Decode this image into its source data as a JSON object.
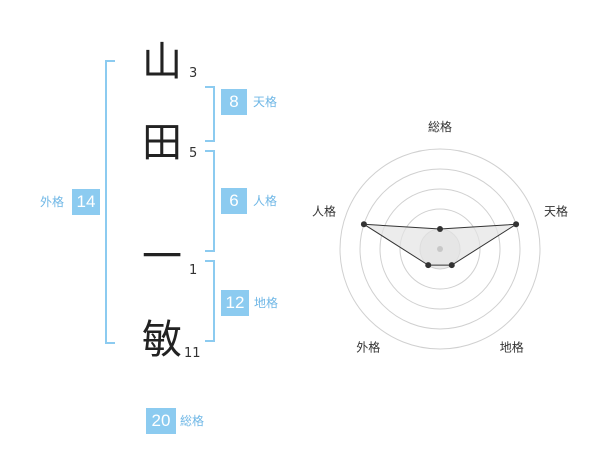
{
  "name": {
    "chars": [
      {
        "char": "山",
        "strokes": "3"
      },
      {
        "char": "田",
        "strokes": "5"
      },
      {
        "char": "一",
        "strokes": "1"
      },
      {
        "char": "敏",
        "strokes": "11"
      }
    ]
  },
  "fortune": {
    "tenkaku": {
      "value": "8",
      "label": "天格"
    },
    "jinkaku": {
      "value": "6",
      "label": "人格"
    },
    "chikaku": {
      "value": "12",
      "label": "地格"
    },
    "gaikaku": {
      "value": "14",
      "label": "外格"
    },
    "soukaku": {
      "value": "20",
      "label": "総格"
    }
  },
  "radar": {
    "axes": [
      "総格",
      "天格",
      "地格",
      "外格",
      "人格"
    ],
    "levels": 5,
    "values": [
      0.2,
      0.8,
      0.2,
      0.2,
      0.8
    ],
    "colors": {
      "ring": "#d0d0d0",
      "fill": "#e4e4e4",
      "line": "#333333",
      "center": "#c8c8c8"
    }
  }
}
